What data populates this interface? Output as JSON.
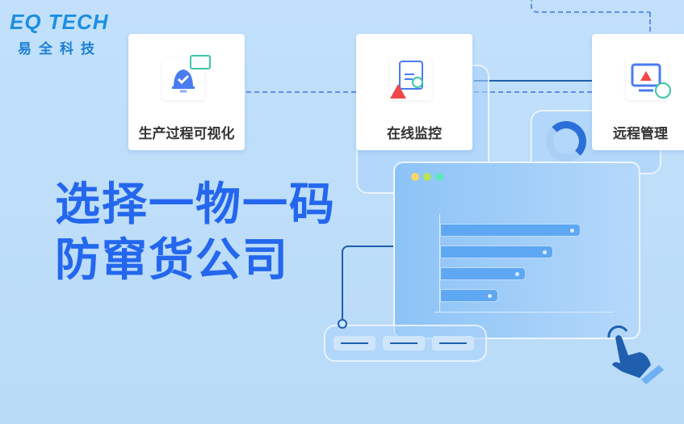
{
  "logo": {
    "text_en": "EQ TECH",
    "text_cn": "易全科技"
  },
  "cards": [
    {
      "title": "生产过程可视化",
      "icon": "bell-check-icon"
    },
    {
      "title": "在线监控",
      "icon": "inspection-warning-icon"
    },
    {
      "title": "远程管理",
      "icon": "monitor-warning-icon"
    }
  ],
  "headline": {
    "line1": "选择一物一码",
    "line2": "防窜货公司"
  },
  "colors": {
    "background": "#bcdcf8",
    "headline": "#2467ee",
    "accent": "#1f5fae"
  }
}
